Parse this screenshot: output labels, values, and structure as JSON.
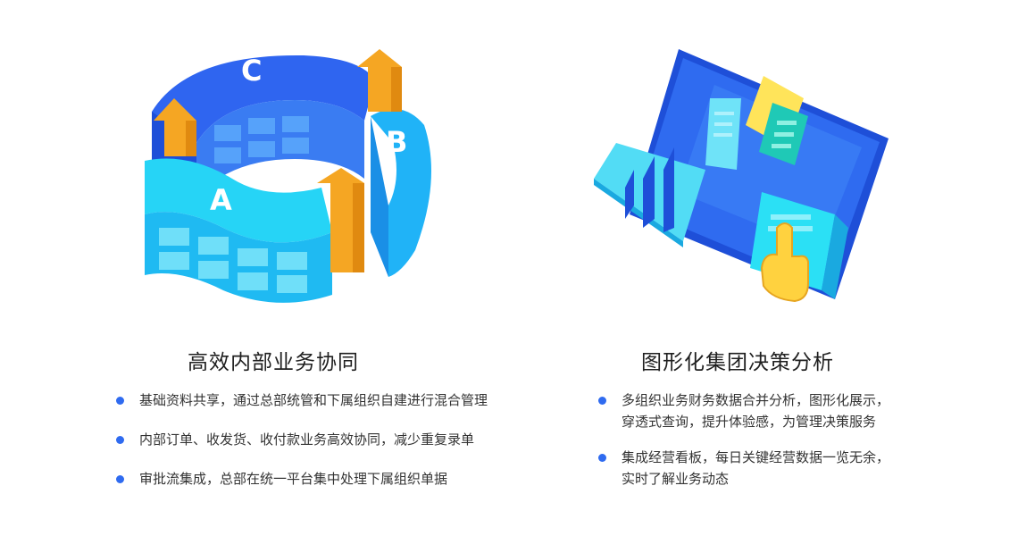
{
  "left": {
    "title": "高效内部业务协同",
    "ring_labels": {
      "a": "A",
      "b": "B",
      "c": "C"
    },
    "bullets": [
      {
        "lines": [
          "基础资料共享，通过总部统管和下属组织自建进行混合管理"
        ]
      },
      {
        "lines": [
          "内部订单、收发货、收付款业务高效协同，减少重复录单"
        ]
      },
      {
        "lines": [
          "审批流集成，总部在统一平台集中处理下属组织单据"
        ]
      }
    ]
  },
  "right": {
    "title": "图形化集团决策分析",
    "bullets": [
      {
        "lines": [
          "多组织业务财务数据合并分析，图形化展示，",
          "穿透式查询，提升体验感，为管理决策服务"
        ]
      },
      {
        "lines": [
          "集成经营看板，每日关键经营数据一览无余，",
          "实时了解业务动态"
        ]
      }
    ]
  },
  "colors": {
    "accent_blue": "#2f6bf0",
    "cyan": "#1fd6f5",
    "orange": "#f5a623",
    "yellow": "#ffe45a"
  }
}
